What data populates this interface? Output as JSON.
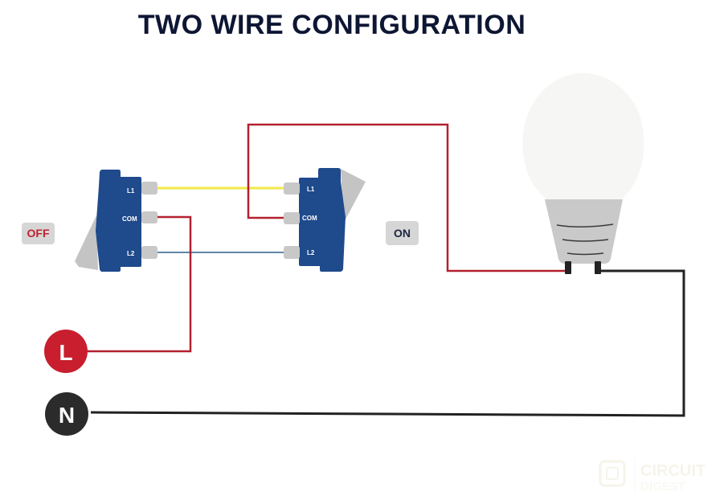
{
  "title": "TWO WIRE CONFIGURATION",
  "switch_left": {
    "state_label": "OFF",
    "state_color": "#c0202f",
    "terminals": [
      "L1",
      "COM",
      "L2"
    ]
  },
  "switch_right": {
    "state_label": "ON",
    "state_color": "#1c2440",
    "terminals": [
      "L1",
      "COM",
      "L2"
    ]
  },
  "nodes": {
    "live": {
      "label": "L",
      "color": "#c81e2e"
    },
    "neutral": {
      "label": "N",
      "color": "#2b2b2b"
    }
  },
  "wires": {
    "l1_traveler_color": "#f2e84a",
    "l2_traveler_color": "#5f86a8",
    "live_color": "#b3202e",
    "neutral_color": "#222222"
  },
  "colors": {
    "switch_body": "#1f4a8c",
    "terminal": "#c8c8c8",
    "rocker": "#c4c4c4",
    "badge_bg": "#d6d6d6",
    "bulb_glass": "#f6f6f4",
    "bulb_base": "#c9c9c9"
  },
  "watermark": {
    "line1": "CIRCUIT",
    "line2": "DIGEST"
  }
}
